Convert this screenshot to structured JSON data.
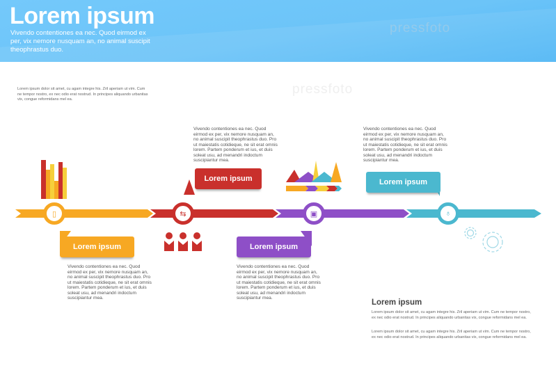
{
  "header": {
    "title": "Lorem ipsum",
    "subtitle": "Vivendo contentiones ea nec. Quod eirmod ex per, vix nemore nusquam an, no animal suscipit theophrastus duo."
  },
  "intro_text": "Lorem ipsum dolor sit amet, cu agam integre his. Zril aperiam ut vim. Cum ne tempor nostro, ex nec odio erat nostrud. In principes aliquando urbanitas vix, congue reformidans mel ea.",
  "colors": {
    "orange": "#f7a823",
    "red": "#c9302c",
    "purple": "#8e4fc7",
    "teal": "#4bb8cf",
    "header": "#6ec6f9"
  },
  "steps": [
    {
      "label": "Lorem ipsum",
      "text": "Vivendo contentiones ea nec. Quod eirmod ex per, vix nemore nusquam an, no animal suscipit theophrastus duo. Pro ut maiestatis cotidieque, ne sit erat omnis lorem. Partem ponderum et ius, et duis soleat usu, ad menandri indoctum suscipiantur mea.",
      "icon": "document-icon"
    },
    {
      "label": "Lorem ipsum",
      "text": "Vivendo contentiones ea nec. Quod eirmod ex per, vix nemore nusquam an, no animal suscipit theophrastus duo. Pro ut maiestatis cotidieque, ne sit erat omnis lorem. Partem ponderum et ius, et duis soleat usu, ad menandri indoctum suscipiantur mea.",
      "icon": "handshake-icon"
    },
    {
      "label": "Lorem ipsum",
      "text": "Vivendo contentiones ea nec. Quod eirmod ex per, vix nemore nusquam an, no animal suscipit theophrastus duo. Pro ut maiestatis cotidieque, ne sit erat omnis lorem. Partem ponderum et ius, et duis soleat usu, ad menandri indoctum suscipiantur mea.",
      "icon": "briefcase-icon"
    },
    {
      "label": "Lorem ipsum",
      "text": "Vivendo contentiones ea nec. Quod eirmod ex per, vix nemore nusquam an, no animal suscipit theophrastus duo. Pro ut maiestatis cotidieque, ne sit erat omnis lorem. Partem ponderum et ius, et duis soleat usu, ad menandri indoctum suscipiantur mea.",
      "icon": "lightbulb-icon"
    }
  ],
  "footer": {
    "heading": "Lorem ipsum",
    "paragraphs": [
      "Lorem ipsum dolor sit amet, cu agam integre his. Zril aperiam ut vim. Cum ne tempor nostro, ex nec odio erat nostrud. In principes aliquando urbanitas vix, congue reformidans mel ea.",
      "Lorem ipsum dolor sit amet, cu agam integre his. Zril aperiam ut vim. Cum ne tempor nostro, ex nec odio erat nostrud. In principes aliquando urbanitas vix, congue reformidans mel ea."
    ]
  },
  "watermark": "pressfoto"
}
